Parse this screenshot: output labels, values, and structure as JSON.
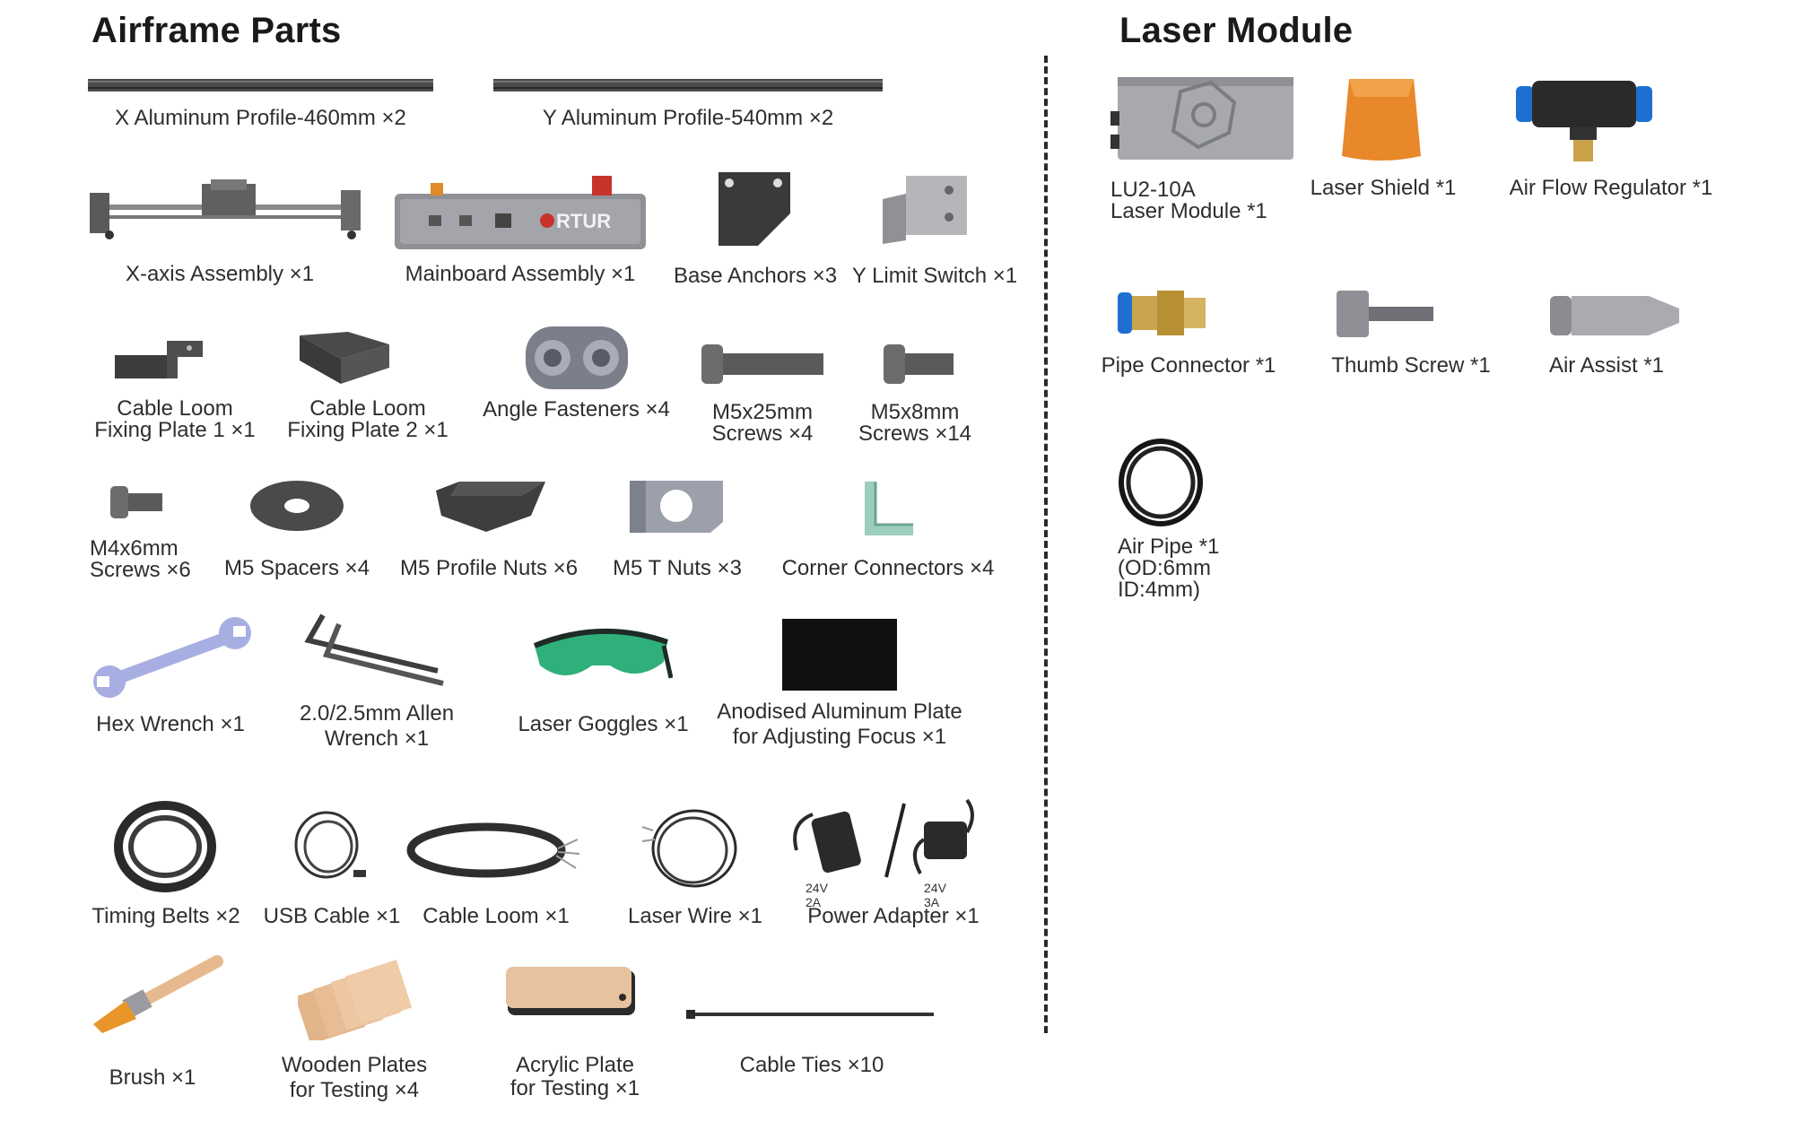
{
  "sections": {
    "airframe_title": "Airframe Parts",
    "laser_title": "Laser Module"
  },
  "airframe": {
    "x_profile": "X Aluminum Profile-460mm ×2",
    "y_profile": "Y Aluminum Profile-540mm ×2",
    "x_axis": "X-axis Assembly ×1",
    "mainboard": "Mainboard Assembly ×1",
    "mainboard_brand": "RTUR",
    "base_anchors": "Base Anchors ×3",
    "y_limit": "Y Limit Switch ×1",
    "cable_loom_plate1_a": "Cable Loom",
    "cable_loom_plate1_b": "Fixing Plate 1 ×1",
    "cable_loom_plate2_a": "Cable Loom",
    "cable_loom_plate2_b": "Fixing Plate 2 ×1",
    "angle_fasteners": "Angle Fasteners ×4",
    "m5x25_a": "M5x25mm",
    "m5x25_b": "Screws ×4",
    "m5x8_a": "M5x8mm",
    "m5x8_b": "Screws ×14",
    "m4x6_a": "M4x6mm",
    "m4x6_b": "Screws ×6",
    "m5_spacers": "M5 Spacers ×4",
    "m5_profile_nuts": "M5 Profile Nuts ×6",
    "m5_t_nuts": "M5 T Nuts ×3",
    "corner_connectors": "Corner Connectors ×4",
    "hex_wrench": "Hex Wrench ×1",
    "allen_a": "2.0/2.5mm Allen",
    "allen_b": "Wrench ×1",
    "goggles": "Laser Goggles ×1",
    "anodised_a": "Anodised Aluminum Plate",
    "anodised_b": "for Adjusting Focus ×1",
    "timing_belts": "Timing Belts ×2",
    "usb_cable": "USB Cable ×1",
    "cable_loom": "Cable Loom ×1",
    "laser_wire": "Laser Wire ×1",
    "power_adapter": "Power Adapter ×1",
    "adapter_24v2a": "24V 2A",
    "adapter_24v3a": "24V 3A",
    "brush": "Brush ×1",
    "wooden_a": "Wooden Plates",
    "wooden_b": "for Testing ×4",
    "acrylic_a": "Acrylic Plate",
    "acrylic_b": "for Testing ×1",
    "cable_ties": "Cable Ties ×10"
  },
  "laser": {
    "module_a": "LU2-10A",
    "module_b": "Laser Module *1",
    "shield": "Laser Shield *1",
    "air_flow": "Air Flow Regulator *1",
    "pipe_connector": "Pipe Connector *1",
    "thumb_screw": "Thumb Screw *1",
    "air_assist": "Air Assist *1",
    "air_pipe_a": "Air Pipe *1",
    "air_pipe_b": "(OD:6mm",
    "air_pipe_c": "ID:4mm)"
  },
  "colors": {
    "dark_part": "#3c3c3c",
    "metal": "#8d9096",
    "shield_orange": "#e8882a",
    "connector_blue": "#1f6fd1",
    "goggle_green": "#2fb07a",
    "wood": "#e6b98f"
  }
}
